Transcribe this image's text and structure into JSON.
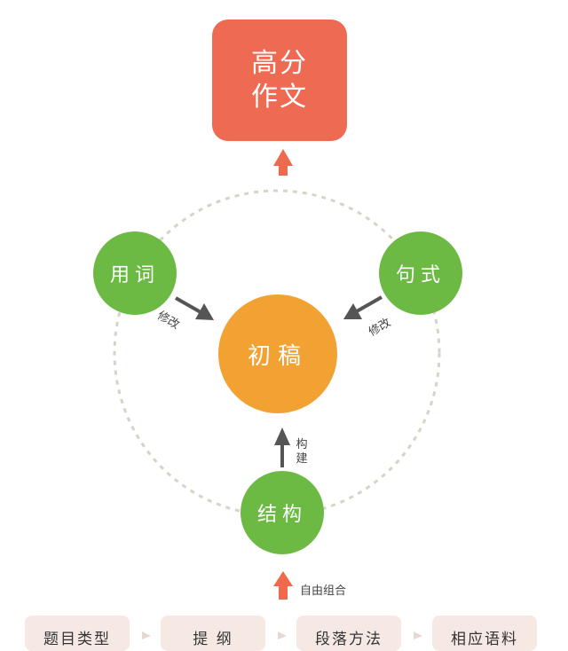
{
  "goal": {
    "line1": "高分",
    "line2": "作文"
  },
  "nodes": {
    "wording": "用词",
    "sentence": "句式",
    "draft": "初稿",
    "structure": "结构"
  },
  "arrow_labels": {
    "revise_left": "修改",
    "revise_right": "修改",
    "build": "构建",
    "combine": "自由组合"
  },
  "bottom_items": [
    "题目类型",
    "提 纲",
    "段落方法",
    "相应语料"
  ],
  "colors": {
    "goal": "#ee6a52",
    "green": "#6cb944",
    "orange": "#f2a232",
    "arrow_orange": "#ef6a4c",
    "arrow_dark": "#555555",
    "dashed_circle": "#d8d3c8",
    "chip_bg": "#f6e9e4"
  }
}
